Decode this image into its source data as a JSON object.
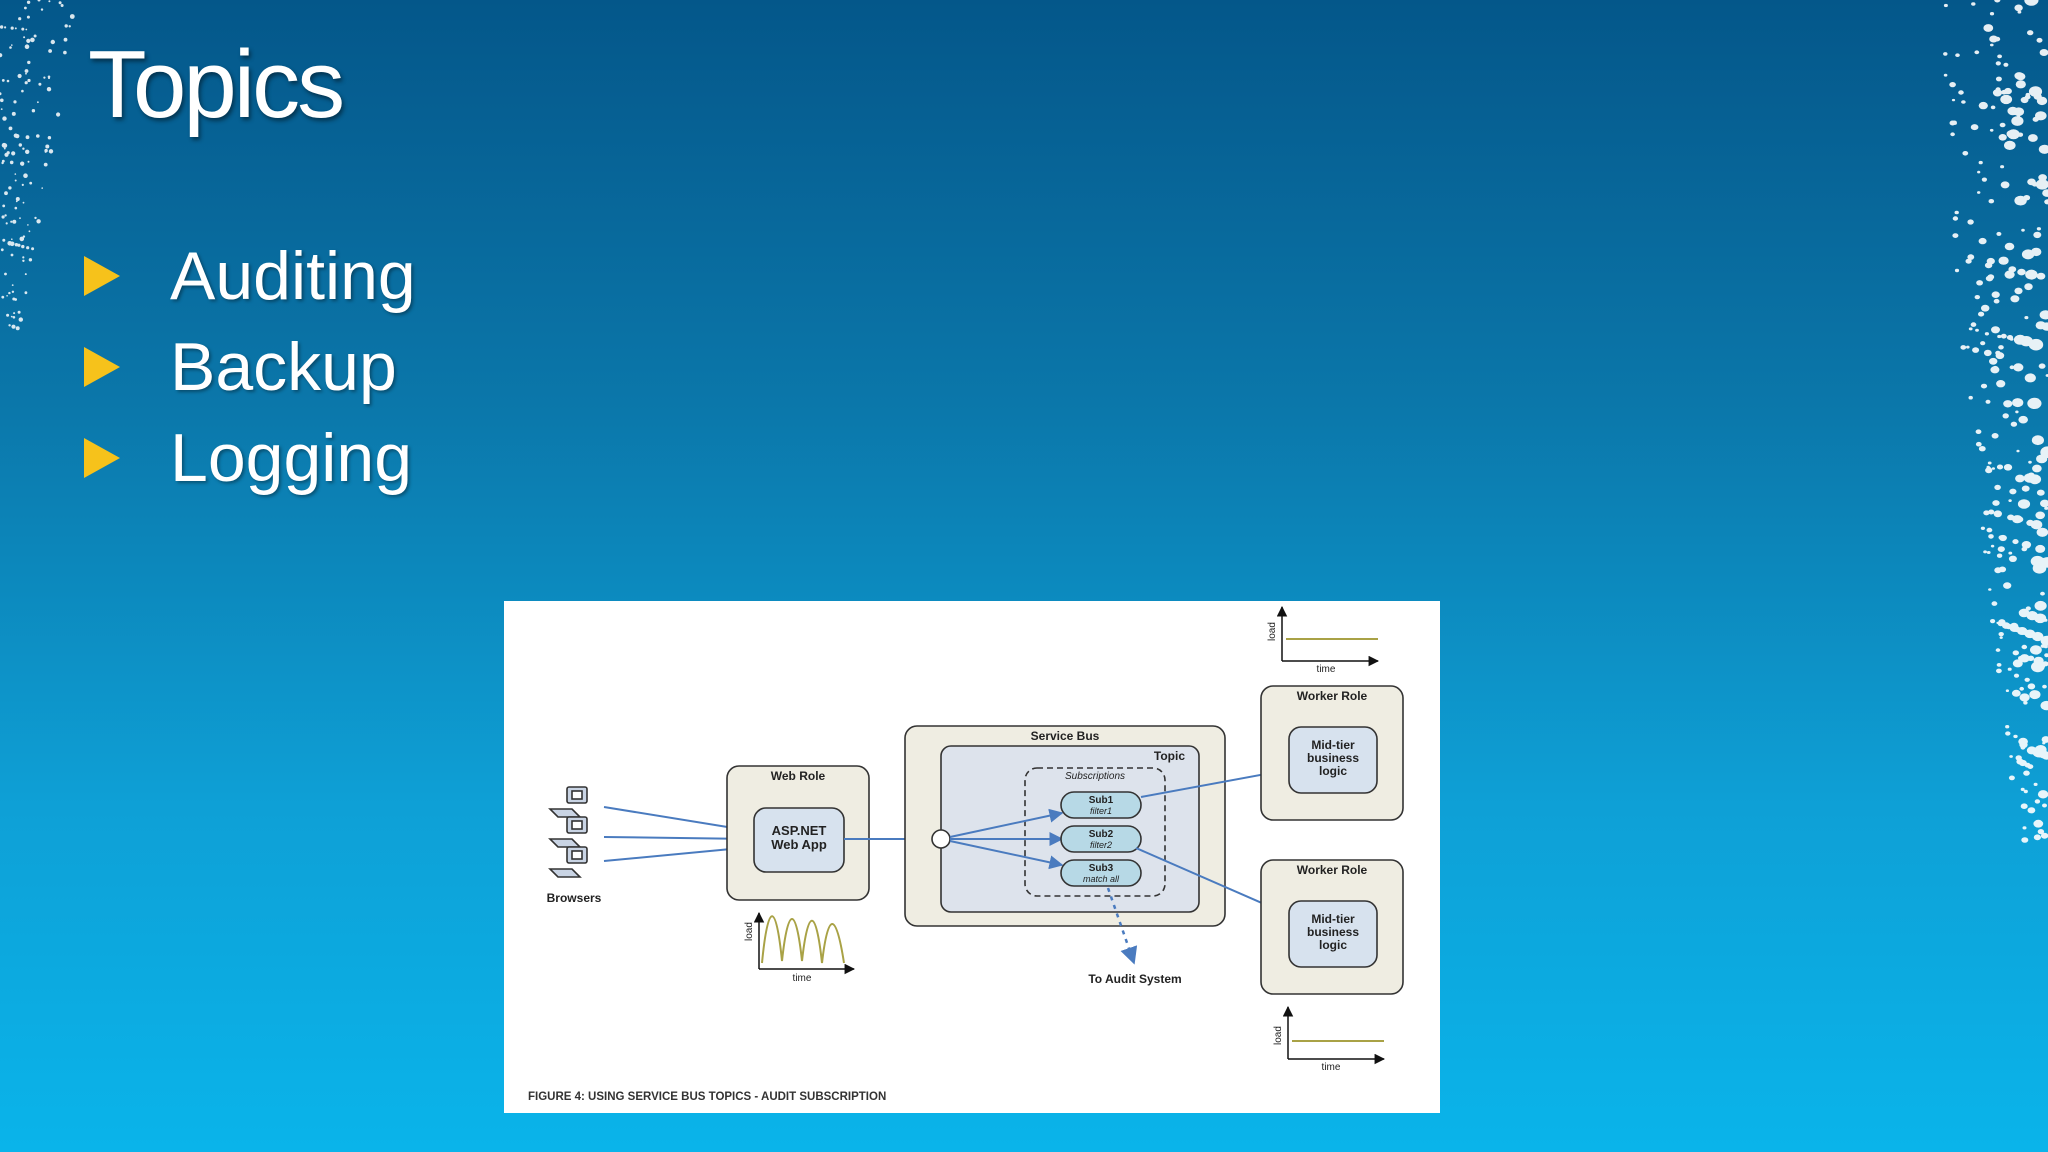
{
  "slide": {
    "title": "Topics",
    "bullets": [
      "Auditing",
      "Backup",
      "Logging"
    ],
    "bullet_icon": "yellow-triangle-bullet-icon",
    "accent_color": "#f6c21b"
  },
  "figure": {
    "caption": "FIGURE 4: USING SERVICE BUS TOPICS - AUDIT SUBSCRIPTION",
    "browsers_label": "Browsers",
    "web_role": {
      "title": "Web Role",
      "app_line1": "ASP.NET",
      "app_line2": "Web App"
    },
    "service_bus": {
      "title": "Service Bus",
      "topic_label": "Topic",
      "subscriptions_label": "Subscriptions",
      "subs": [
        {
          "name": "Sub1",
          "filter": "filter1"
        },
        {
          "name": "Sub2",
          "filter": "filter2"
        },
        {
          "name": "Sub3",
          "filter": "match all"
        }
      ]
    },
    "audit_label": "To Audit System",
    "worker_roles": [
      {
        "title": "Worker Role",
        "line1": "Mid-tier",
        "line2": "business",
        "line3": "logic"
      },
      {
        "title": "Worker Role",
        "line1": "Mid-tier",
        "line2": "business",
        "line3": "logic"
      }
    ],
    "mini_charts": {
      "y_label": "load",
      "x_label": "time"
    }
  }
}
